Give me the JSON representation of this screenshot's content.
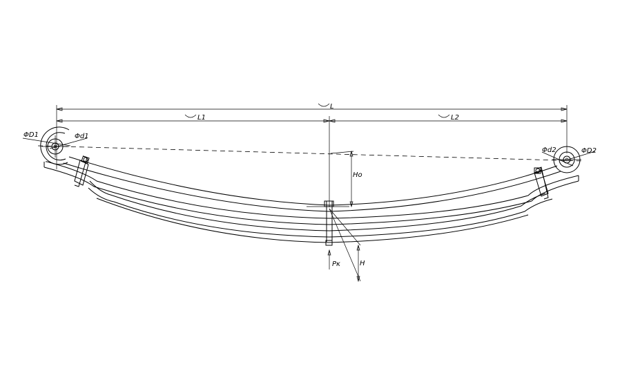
{
  "labels": {
    "L": "L",
    "L1": "L1",
    "L2": "L2",
    "D1": "ΦD1",
    "d1": "Φd1",
    "d2": "Φd2",
    "D2": "ΦD2",
    "Ho": "Ho",
    "H": "H",
    "Pk": "Pκ"
  }
}
